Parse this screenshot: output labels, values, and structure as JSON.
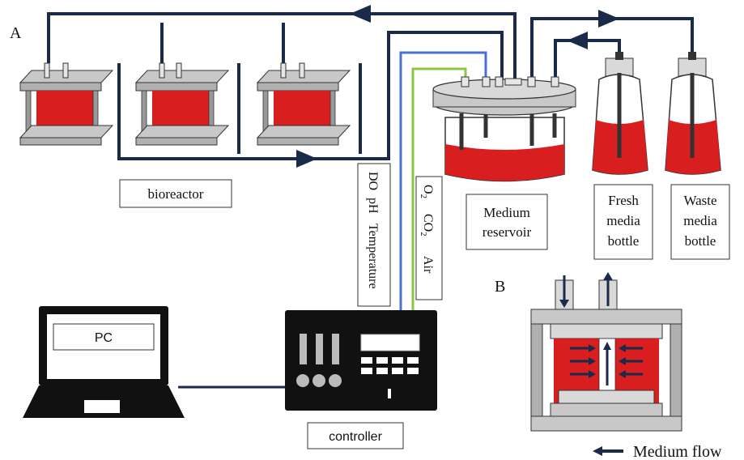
{
  "panels": {
    "a": "A",
    "b": "B"
  },
  "labels": {
    "bioreactor": "bioreactor",
    "medium_reservoir": [
      "Medium",
      "reservoir"
    ],
    "fresh_media_bottle": [
      "Fresh",
      "media",
      "bottle"
    ],
    "waste_media_bottle": [
      "Waste",
      "media",
      "bottle"
    ],
    "pc": "PC",
    "controller": "controller"
  },
  "sensor_box": {
    "do": "DO",
    "ph": "pH",
    "temperature": "Temperature"
  },
  "gas_box": {
    "o2": "O",
    "o2_sub": "2",
    "co2": "CO",
    "co2_sub": "2",
    "air": "Air"
  },
  "legend": {
    "medium_flow": "Medium flow"
  },
  "colors": {
    "tubing": "#1a2a4a",
    "medium": "#d81e1e",
    "sensor_wire": "#4a6fd0",
    "gas_line": "#8cc63f",
    "plate": "#c8c8c8",
    "controller_body": "#111111"
  }
}
